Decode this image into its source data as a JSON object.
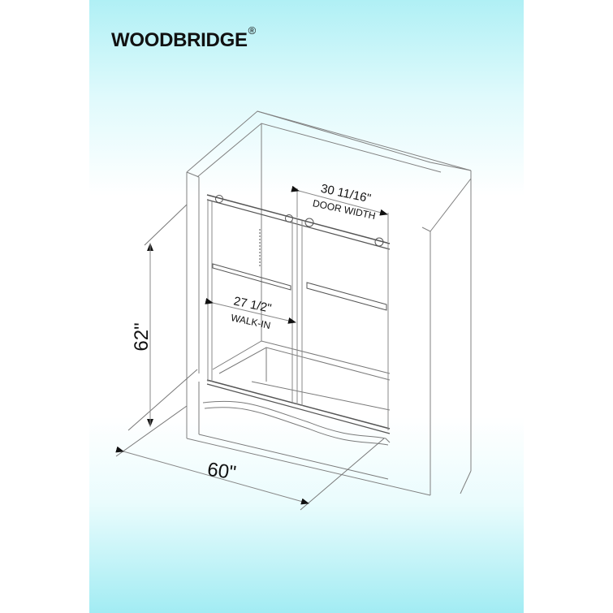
{
  "brand": {
    "name": "WOODBRIDGE",
    "trademark": "®"
  },
  "dimensions": {
    "height": {
      "value": "62\""
    },
    "width": {
      "value": "60\""
    },
    "door_width": {
      "value": "30 11/16\"",
      "label": "DOOR WIDTH"
    },
    "walk_in": {
      "value": "27 1/2\"",
      "label": "WALK-IN"
    }
  },
  "colors": {
    "gradient_top": "#b0f0f5",
    "gradient_bottom": "#a2ecf3",
    "line": "#7a7a7a",
    "text": "#111111"
  }
}
